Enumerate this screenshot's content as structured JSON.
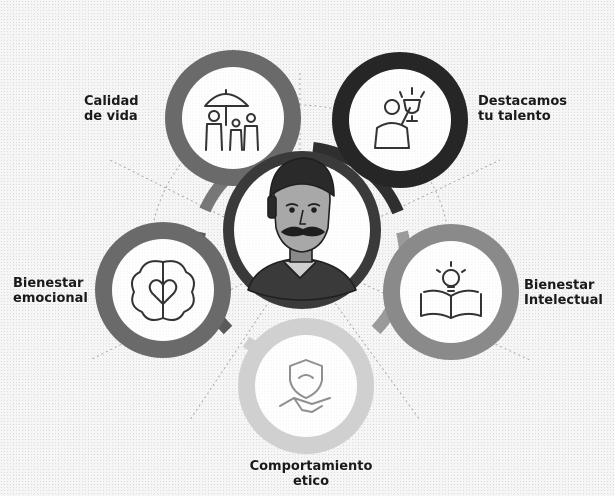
{
  "labels": {
    "calidad": [
      "Calidad",
      "de vida"
    ],
    "talento": [
      "Destacamos",
      "tu talento"
    ],
    "emocional": [
      "Bienestar",
      "emocional"
    ],
    "intelectual": [
      "Bienestar",
      "Intelectual"
    ],
    "etico": [
      "Comportamiento",
      "etico"
    ]
  },
  "icons": {
    "calidad": "family-umbrella-icon",
    "talento": "trophy-winner-icon",
    "emocional": "brain-heart-icon",
    "intelectual": "open-book-lightbulb-icon",
    "etico": "handshake-shield-icon",
    "center": "mustached-man-avatar"
  },
  "colors": {
    "dark_ring": "#2f2f2f",
    "mid_ring": "#6f6f6f",
    "light_ring": "#d2d2d2",
    "center_ring": "#3a3a3a",
    "text": "#1a1a1a"
  }
}
